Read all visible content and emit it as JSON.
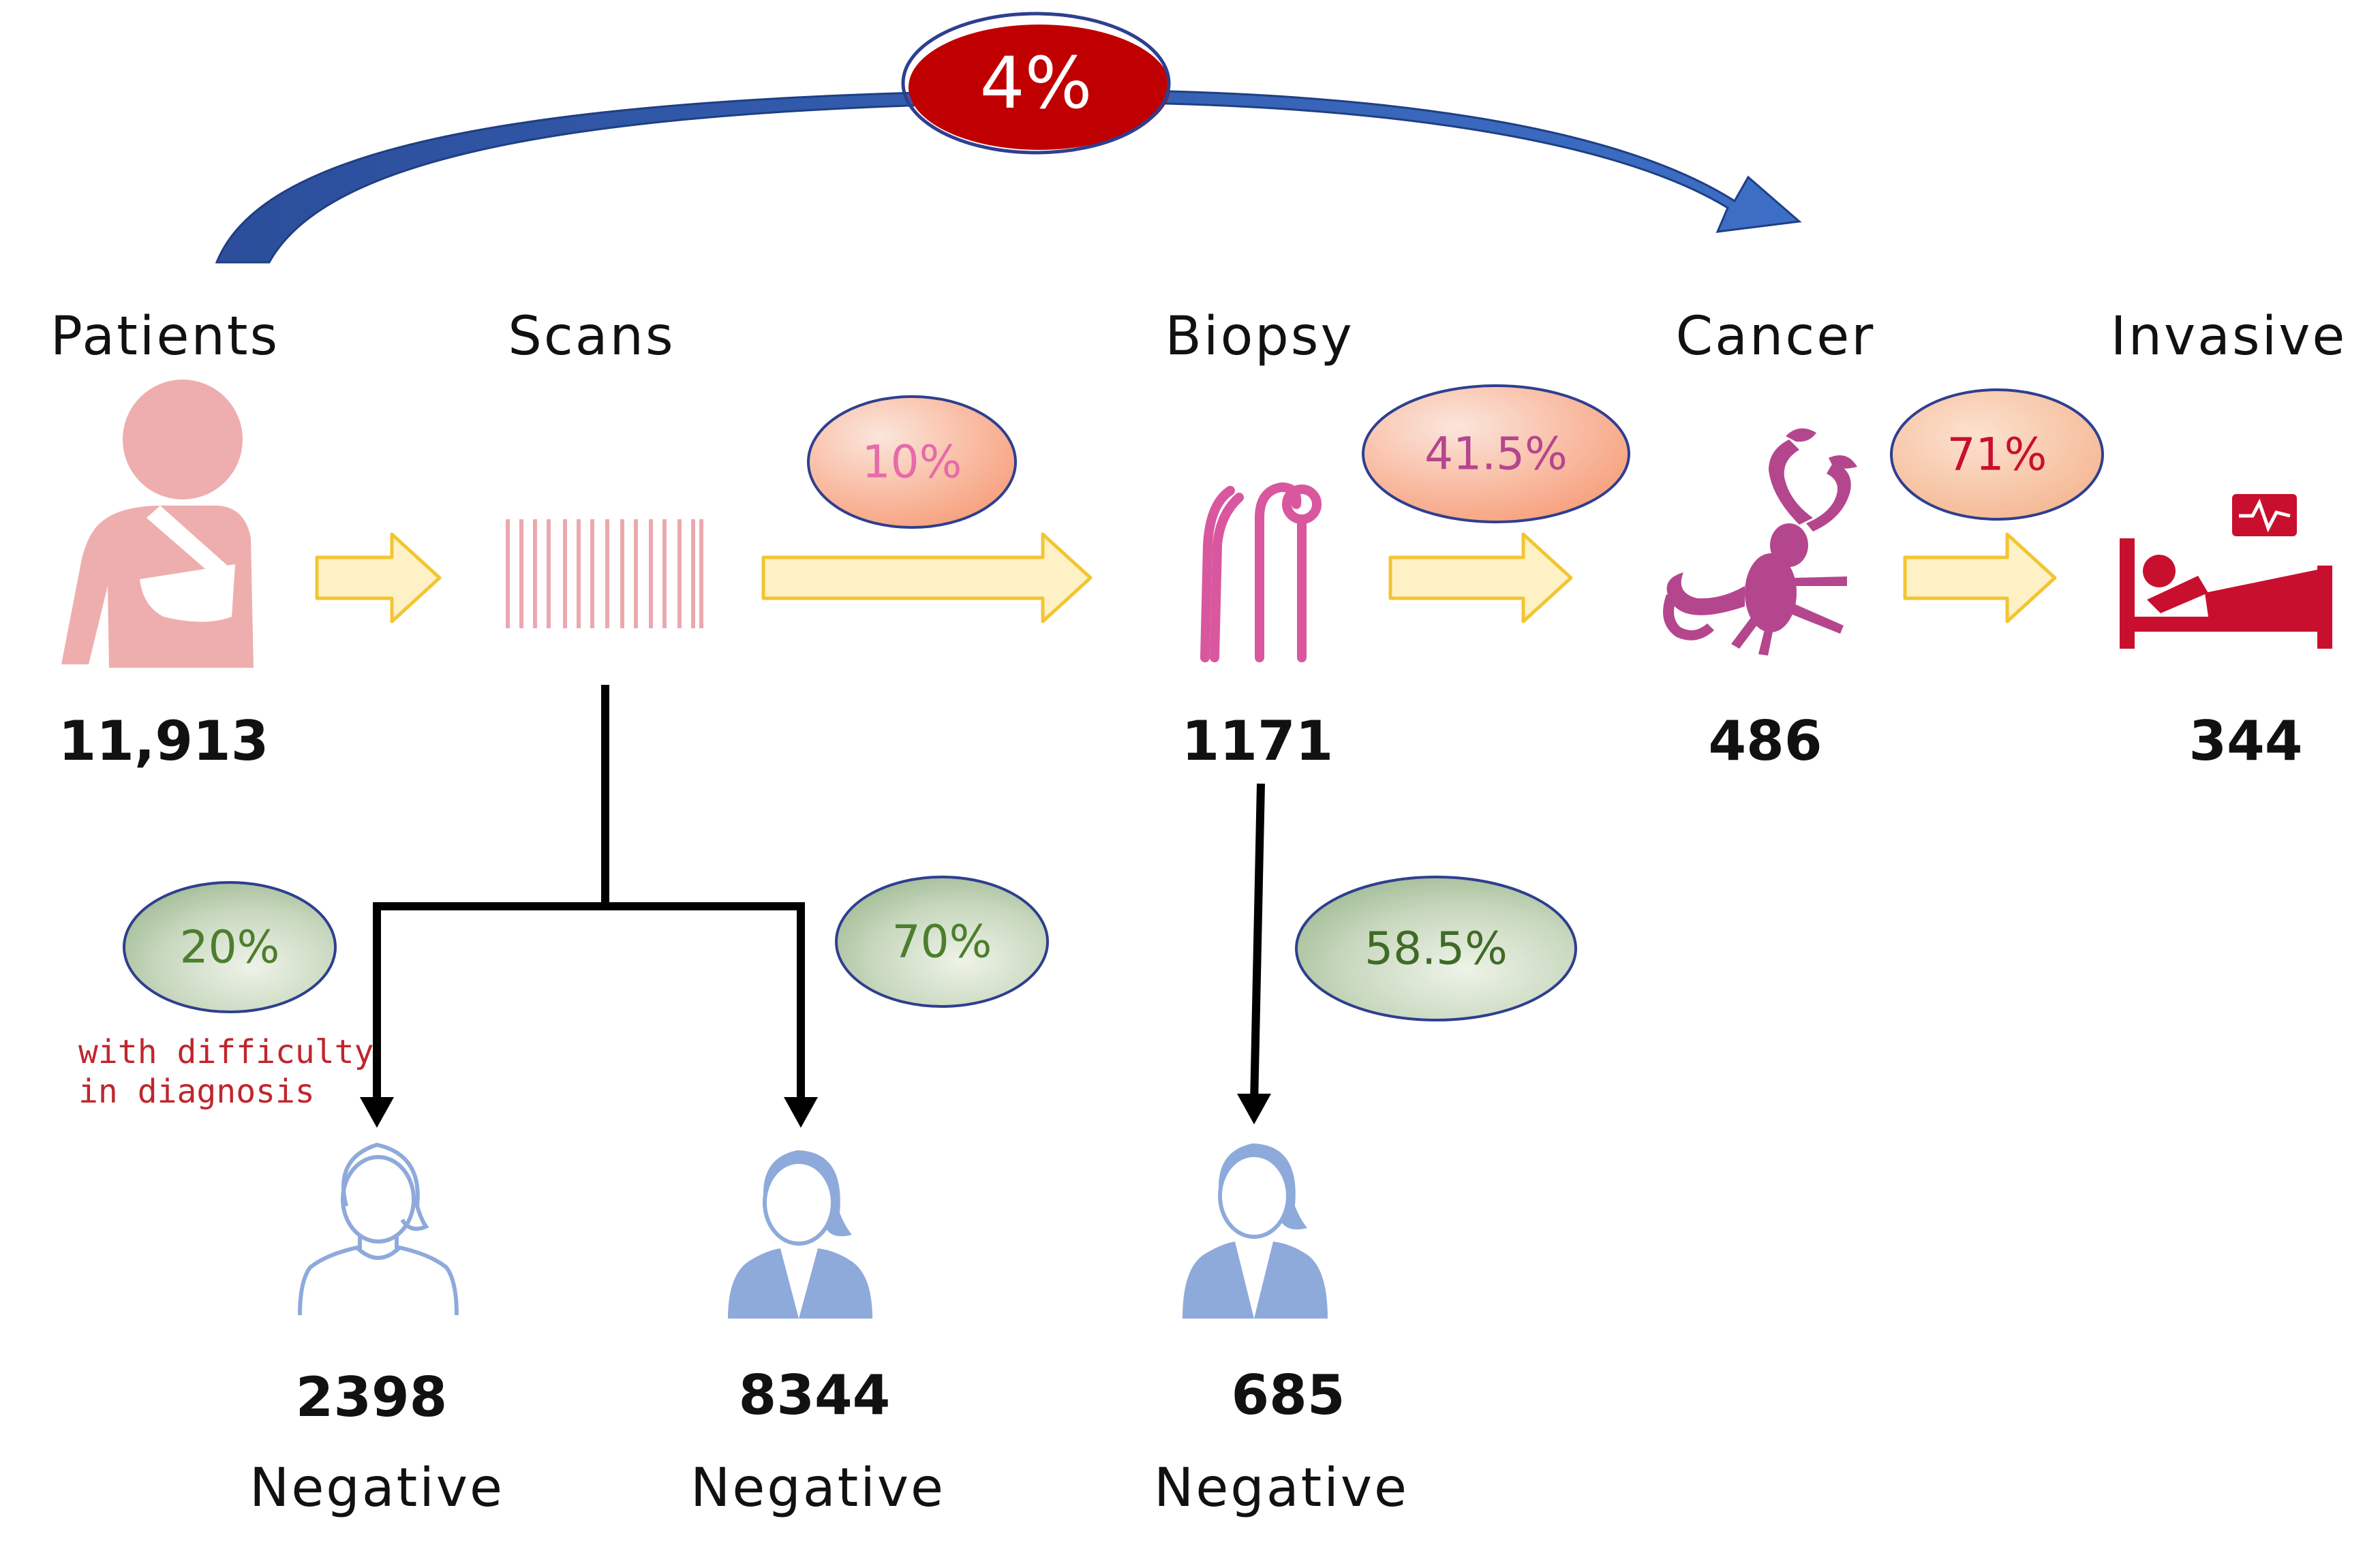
{
  "overall": {
    "percent": "4%",
    "fill": "#c00000"
  },
  "stages": [
    {
      "name": "Patients",
      "count": "11,913"
    },
    {
      "name": "Scans"
    },
    {
      "name": "Biopsy",
      "count": "1171"
    },
    {
      "name": "Cancer",
      "count": "486"
    },
    {
      "name": "Invasive",
      "count": "344"
    }
  ],
  "transitions": [
    {
      "from": "Scans",
      "to": "Biopsy",
      "percent": "10%"
    },
    {
      "from": "Biopsy",
      "to": "Cancer",
      "percent": "41.5%"
    },
    {
      "from": "Cancer",
      "to": "Invasive",
      "percent": "71%"
    }
  ],
  "negatives": [
    {
      "from": "Scans",
      "percent": "20%",
      "note": [
        "with difficulty",
        "in diagnosis"
      ],
      "count": "2398",
      "label": "Negative"
    },
    {
      "from": "Scans",
      "percent": "70%",
      "count": "8344",
      "label": "Negative"
    },
    {
      "from": "Biopsy",
      "percent": "58.5%",
      "count": "685",
      "label": "Negative"
    }
  ],
  "colors": {
    "patient": "#eeaeae",
    "scans": "#eaa9ae",
    "biopsy": "#d9579e",
    "cancer": "#b4468e",
    "invasive": "#c8102e",
    "flow_arrow_fill": "#fff1c6",
    "flow_arrow_stroke": "#f3c531",
    "negative_person": "#8eaadb",
    "curved_arrow": "#2e5aa8"
  },
  "icons": [
    "patient-arm-sling-icon",
    "barcode-scan-icon",
    "biopsy-tools-icon",
    "scorpion-icon",
    "hospital-bed-icon",
    "woman-outline-icon",
    "woman-filled-icon"
  ]
}
